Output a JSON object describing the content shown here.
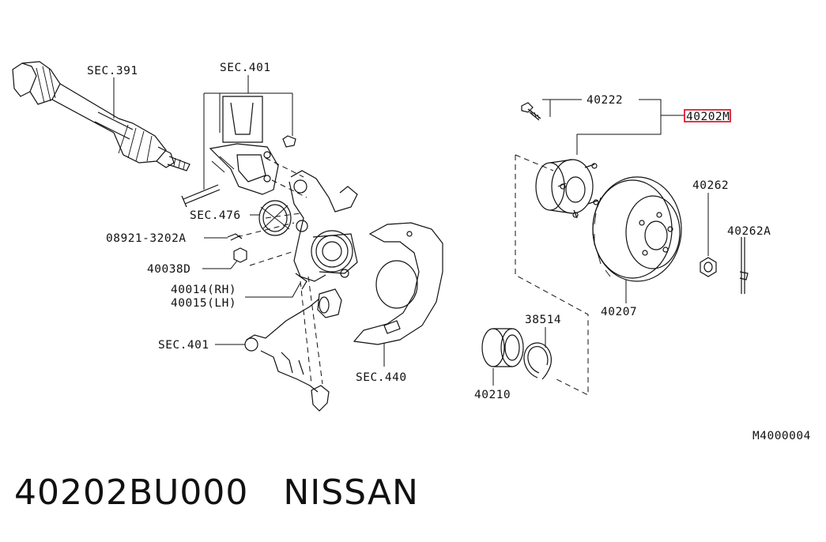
{
  "labels": {
    "sec391": "SEC.391",
    "sec401_top": "SEC.401",
    "sec476": "SEC.476",
    "bolt_08921": "08921-3202A",
    "nut_40038d": "40038D",
    "knuckle_rh": "40014(RH)",
    "knuckle_lh": "40015(LH)",
    "sec401_bottom": "SEC.401",
    "sec440": "SEC.440",
    "bolt_40222": "40222",
    "hub_40202m": "40202M",
    "nut_40262": "40262",
    "pin_40262a": "40262A",
    "rotor_40207": "40207",
    "snapring_38514": "38514",
    "bearing_40210": "40210",
    "diagram_code": "M4000004"
  },
  "caption": {
    "part_number": "40202BU000",
    "brand": "NISSAN"
  },
  "colors": {
    "line": "#111111",
    "highlight": "#e0001b",
    "background": "#ffffff"
  }
}
